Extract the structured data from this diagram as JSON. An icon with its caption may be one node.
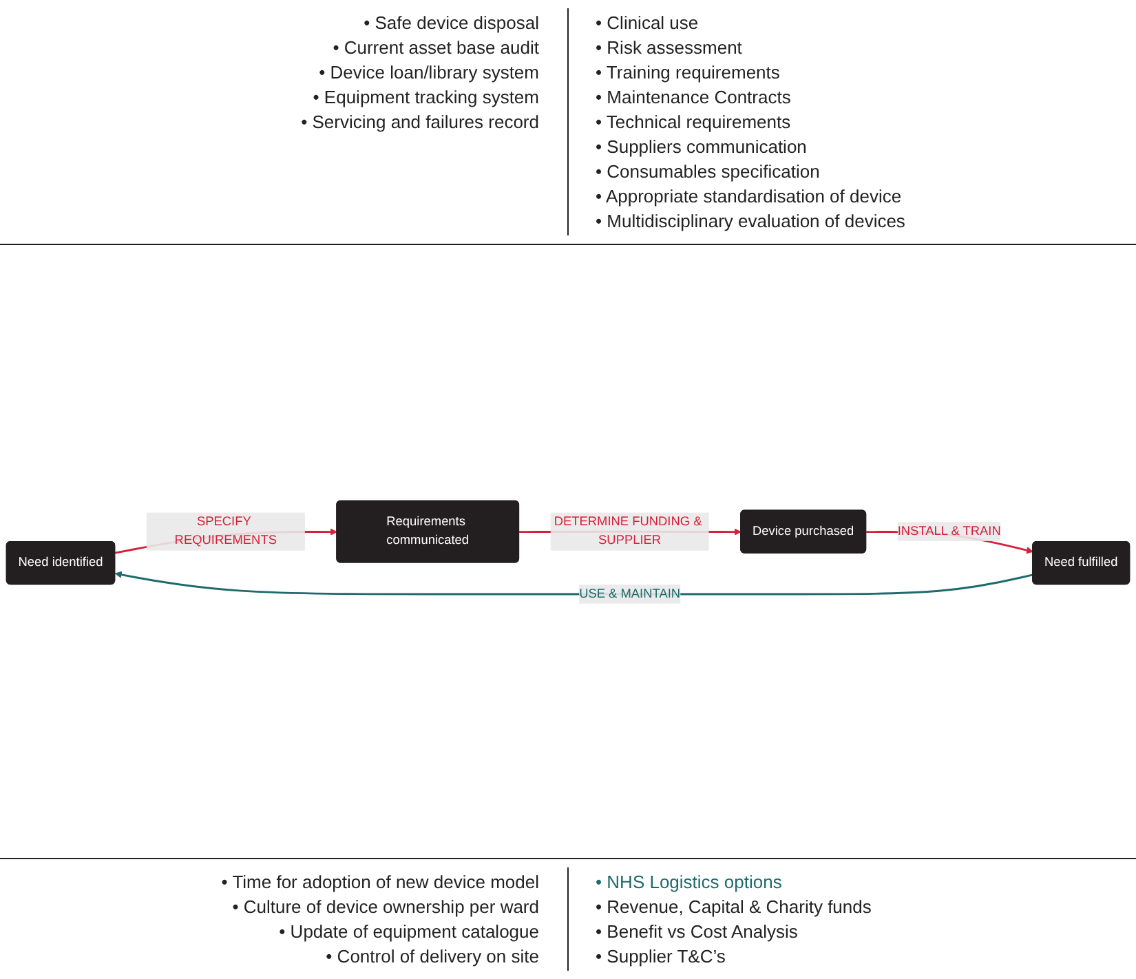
{
  "diagram": {
    "nodes": [
      {
        "text": [
          "Need identified"
        ]
      },
      {
        "text": [
          "Requirements communicated"
        ]
      },
      {
        "text": [
          "Device purchased"
        ]
      },
      {
        "text": [
          "Need fulfilled"
        ]
      }
    ],
    "edges": [
      {
        "from": 0,
        "to": 1,
        "arrow": "to",
        "label": "SPECIFY REQUIREMENTS"
      },
      {
        "from": 1,
        "to": 2,
        "arrow": "to",
        "label": "DETERMINE FUNDING & SUPPLIER"
      },
      {
        "from": 2,
        "to": 3,
        "arrow": "to",
        "label": "INSTALL & TRAIN"
      },
      {
        "from": 3,
        "to": 0,
        "arrow": "to",
        "label": "USE & MAINTAIN",
        "color": "#1d6b6b"
      }
    ],
    "labels": [
      "• Safe device disposal",
      "• Current asset base audit",
      "• Device loan/library system",
      "• Equipment tracking system",
      "• Servicing and failures record",
      "• Clinical use",
      "• Risk assessment",
      "• Training requirements",
      "• Maintenance Contracts",
      "• Technical requirements",
      "• Suppliers communication",
      "• Consumables specification",
      "• Appropriate standardisation of device",
      "• Multidisciplinary evaluation of devices",
      "• Time for adoption of new device model",
      "• Culture of device ownership per ward",
      "• Update of equipment catalogue",
      "• Control of delivery on site",
      "• NHS Logistics options",
      "• Revenue, Capital & Charity funds",
      "• Benefit vs Cost Analysis",
      "• Supplier T&C’s"
    ]
  }
}
